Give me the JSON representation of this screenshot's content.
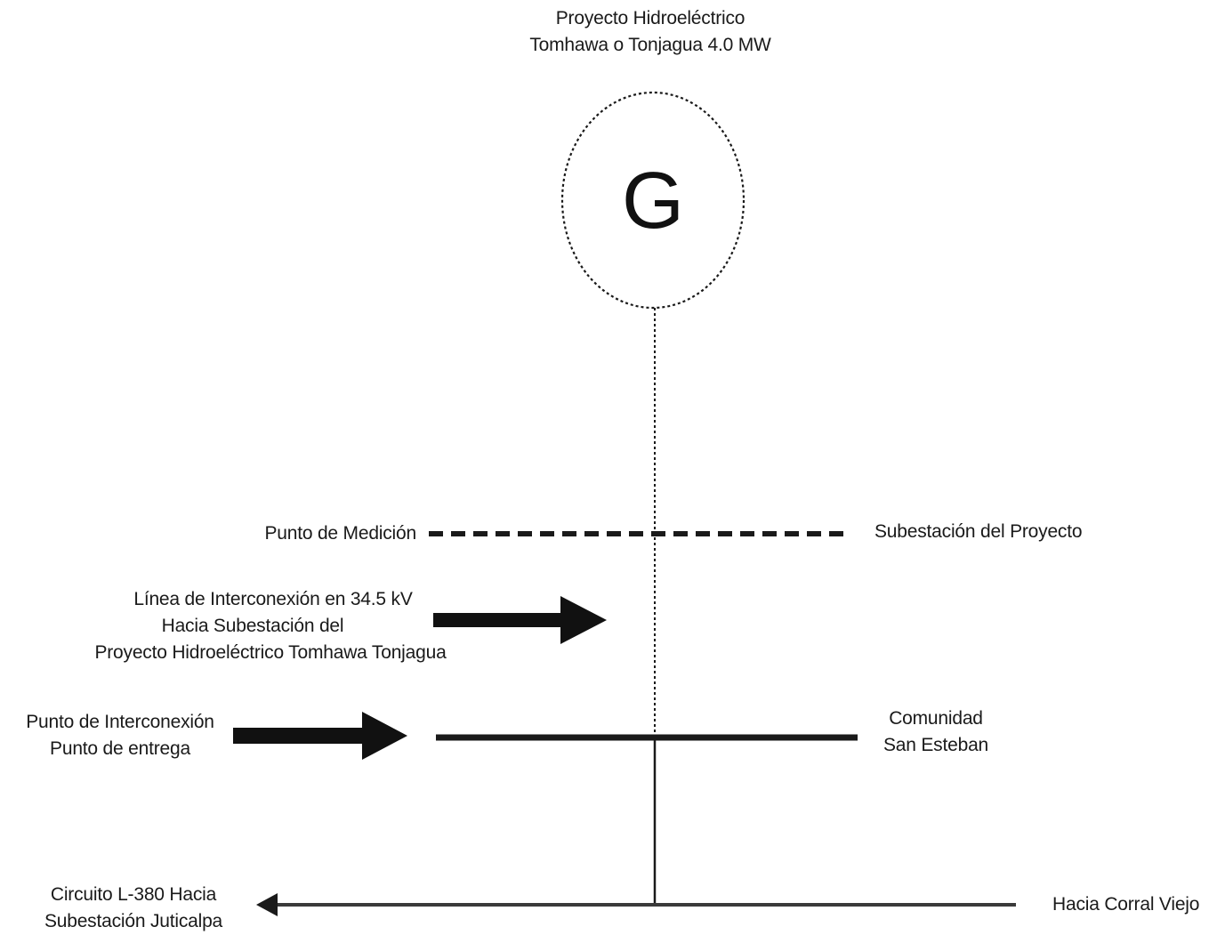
{
  "title": {
    "line1": "Proyecto Hidroeléctrico",
    "line2": "Tomhawa o Tonjagua 4.0 MW"
  },
  "generator": {
    "symbol": "G",
    "icon": "generator-circle-icon"
  },
  "labels": {
    "measurement_point": "Punto de Medición",
    "project_substation": "Subestación del Proyecto",
    "interconnection_line": {
      "line1": "Línea de Interconexión en 34.5 kV",
      "line2": "Hacia Subestación del",
      "line3": "Proyecto Hidroeléctrico Tomhawa  Tonjagua"
    },
    "interconnection_point": {
      "line1": "Punto de Interconexión",
      "line2": "Punto de entrega"
    },
    "community": {
      "line1": "Comunidad",
      "line2": "San Esteban"
    },
    "circuit": {
      "line1": "Circuito L-380 Hacia",
      "line2": "Subestación Juticalpa"
    },
    "corral_viejo": "Hacia Corral Viejo"
  },
  "colors": {
    "line": "#1a1a1a",
    "background": "#ffffff"
  }
}
